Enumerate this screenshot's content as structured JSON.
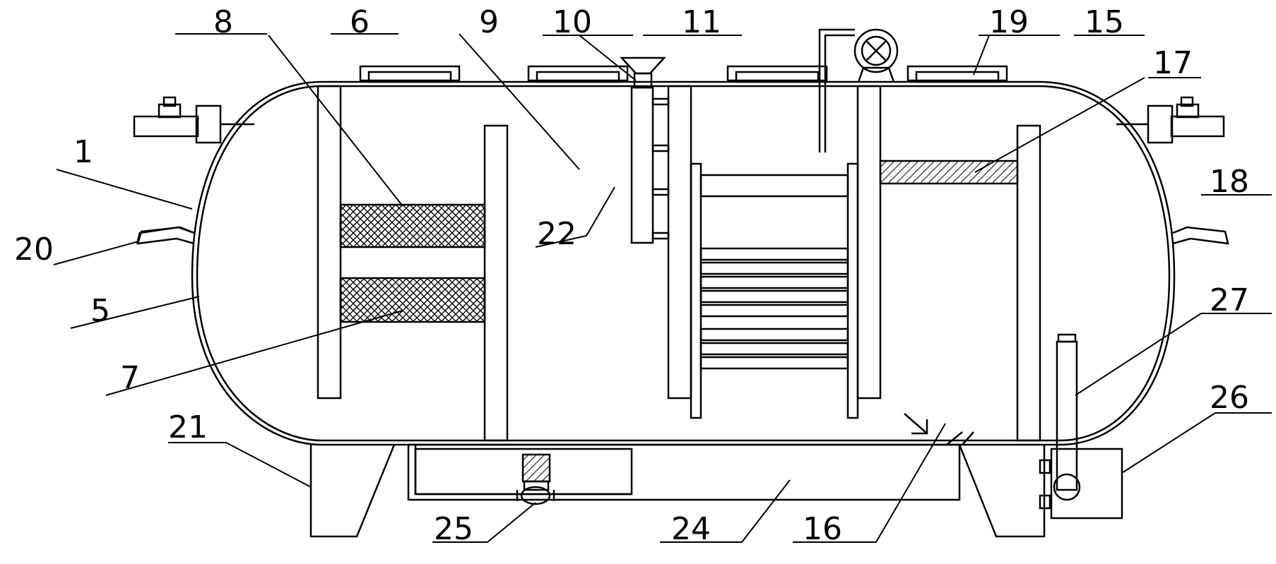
{
  "colors": {
    "line": "#000000",
    "background": "#ffffff"
  },
  "icons": [
    "fan-icon",
    "valve-icon",
    "funnel-icon",
    "pump-icon"
  ],
  "callouts": [
    {
      "id": "c1",
      "text": "1"
    },
    {
      "id": "c5",
      "text": "5"
    },
    {
      "id": "c6",
      "text": "6"
    },
    {
      "id": "c7",
      "text": "7"
    },
    {
      "id": "c8",
      "text": "8"
    },
    {
      "id": "c9",
      "text": "9"
    },
    {
      "id": "c10",
      "text": "10"
    },
    {
      "id": "c11",
      "text": "11"
    },
    {
      "id": "c15",
      "text": "15"
    },
    {
      "id": "c16",
      "text": "16"
    },
    {
      "id": "c17",
      "text": "17"
    },
    {
      "id": "c18",
      "text": "18"
    },
    {
      "id": "c19",
      "text": "19"
    },
    {
      "id": "c20",
      "text": "20"
    },
    {
      "id": "c21",
      "text": "21"
    },
    {
      "id": "c22",
      "text": "22"
    },
    {
      "id": "c24",
      "text": "24"
    },
    {
      "id": "c25",
      "text": "25"
    },
    {
      "id": "c26",
      "text": "26"
    },
    {
      "id": "c27",
      "text": "27"
    }
  ]
}
